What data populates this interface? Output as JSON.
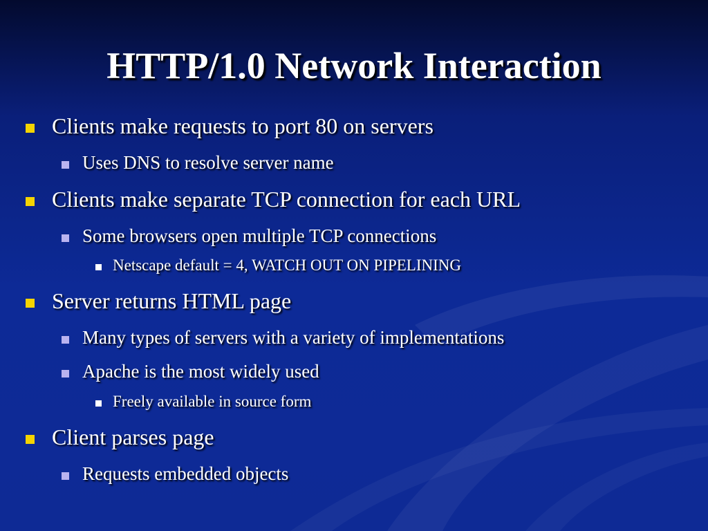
{
  "slide": {
    "title": "HTTP/1.0 Network Interaction",
    "bullets": [
      {
        "level": 1,
        "text": "Clients make requests to port 80 on servers"
      },
      {
        "level": 2,
        "text": "Uses DNS to resolve server name"
      },
      {
        "level": 1,
        "text": "Clients make separate TCP connection for each URL"
      },
      {
        "level": 2,
        "text": "Some browsers open multiple TCP connections"
      },
      {
        "level": 3,
        "text": "Netscape default = 4, WATCH OUT ON PIPELINING"
      },
      {
        "level": 1,
        "text": "Server returns HTML page"
      },
      {
        "level": 2,
        "text": "Many types of servers with a variety of implementations"
      },
      {
        "level": 2,
        "text": "Apache is the most widely used"
      },
      {
        "level": 3,
        "text": "Freely available in source form"
      },
      {
        "level": 1,
        "text": "Client parses page"
      },
      {
        "level": 2,
        "text": "Requests embedded objects"
      }
    ]
  },
  "colors": {
    "level1_marker": "#f5d400",
    "level2_marker": "#b9b3f0",
    "level3_marker": "#ffffff"
  }
}
